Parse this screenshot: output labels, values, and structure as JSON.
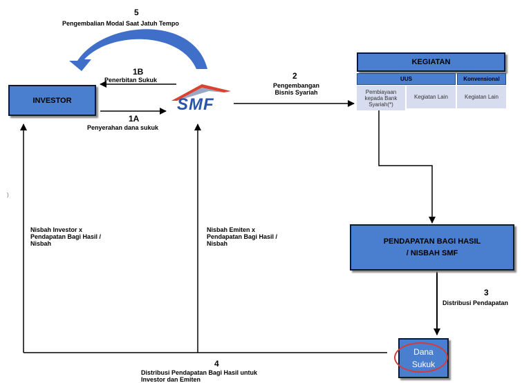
{
  "step5": {
    "number": "5",
    "label": "Pengembalian Modal Saat Jatuh Tempo"
  },
  "step1b": {
    "number": "1B",
    "label": "Penerbitan Sukuk"
  },
  "step1a": {
    "number": "1A",
    "label": "Penyerahan dana sukuk"
  },
  "step2": {
    "number": "2",
    "label_line1": "Pengembangan",
    "label_line2": "Bisnis Syariah"
  },
  "step3": {
    "number": "3",
    "label": "Distribusi Pendapatan"
  },
  "step4": {
    "number": "4",
    "label_line1": "Distribusi Pendapatan Bagi Hasil untuk",
    "label_line2": "Investor dan Emiten"
  },
  "investor": {
    "label": "INVESTOR"
  },
  "smf_logo": {
    "text": "SMF",
    "brand_color": "#2b55a8",
    "roof_color": "#d9432f"
  },
  "kegiatan": {
    "title": "KEGIATAN",
    "uus_header": "UUS",
    "konvensional_header": "Konvensional",
    "cells": {
      "pembiayaan": "Pembiayaan kepada Bank Syariah(*)",
      "kegiatan_lain_uus": "Kegiatan Lain",
      "kegiatan_lain_konv": "Kegiatan Lain"
    }
  },
  "pendapatan": {
    "line1": "PENDAPATAN BAGI HASIL",
    "line2": "/ NISBAH SMF"
  },
  "dana_sukuk": {
    "line1": "Dana",
    "line2": "Sukuk",
    "circle_color": "#d63a3a"
  },
  "nisbah_investor": {
    "line1": "Nisbah Investor x",
    "line2": "Pendapatan Bagi Hasil /",
    "line3": "Nisbah"
  },
  "nisbah_emiten": {
    "line1": "Nisbah Emiten x",
    "line2": "Pendapatan Bagi Hasil /",
    "line3": "Nisbah"
  },
  "stray_mark": ")",
  "colors": {
    "box_fill": "#4a7fd0",
    "cell_fill": "#d7dcef",
    "arc_fill": "#3f6fc8"
  }
}
